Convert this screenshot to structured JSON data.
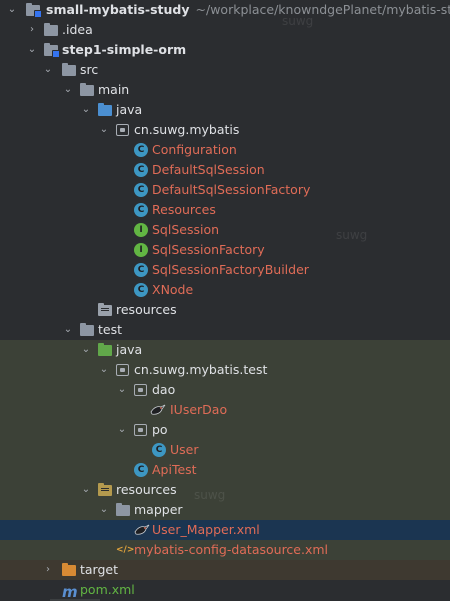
{
  "tree": [
    {
      "label": "small-mybatis-study",
      "path": "~/workplace/knowndgePlanet/mybatis-study",
      "arrow": "down",
      "icon": "folder-module-icon",
      "bold": true
    },
    {
      "label": ".idea",
      "arrow": "right",
      "icon": "folder-icon"
    },
    {
      "label": "step1-simple-orm",
      "arrow": "down",
      "icon": "folder-module-icon",
      "bold": true
    },
    {
      "label": "src",
      "arrow": "down",
      "icon": "folder-icon"
    },
    {
      "label": "main",
      "arrow": "down",
      "icon": "folder-icon"
    },
    {
      "label": "java",
      "arrow": "down",
      "icon": "folder-source-icon"
    },
    {
      "label": "cn.suwg.mybatis",
      "arrow": "down",
      "icon": "package-icon"
    },
    {
      "label": "Configuration",
      "icon": "class-icon",
      "color": "red"
    },
    {
      "label": "DefaultSqlSession",
      "icon": "class-icon",
      "color": "red"
    },
    {
      "label": "DefaultSqlSessionFactory",
      "icon": "class-icon",
      "color": "red"
    },
    {
      "label": "Resources",
      "icon": "class-icon",
      "color": "red"
    },
    {
      "label": "SqlSession",
      "icon": "interface-icon",
      "color": "red"
    },
    {
      "label": "SqlSessionFactory",
      "icon": "interface-icon",
      "color": "red"
    },
    {
      "label": "SqlSessionFactoryBuilder",
      "icon": "class-icon",
      "color": "red"
    },
    {
      "label": "XNode",
      "icon": "class-icon",
      "color": "red"
    },
    {
      "label": "resources",
      "icon": "folder-resources-icon"
    },
    {
      "label": "test",
      "arrow": "down",
      "icon": "folder-icon"
    },
    {
      "label": "java",
      "arrow": "down",
      "icon": "folder-test-icon"
    },
    {
      "label": "cn.suwg.mybatis.test",
      "arrow": "down",
      "icon": "package-icon"
    },
    {
      "label": "dao",
      "arrow": "down",
      "icon": "package-icon"
    },
    {
      "label": "IUserDao",
      "icon": "mybatis-icon",
      "color": "red"
    },
    {
      "label": "po",
      "arrow": "down",
      "icon": "package-icon"
    },
    {
      "label": "User",
      "icon": "class-icon",
      "color": "red"
    },
    {
      "label": "ApiTest",
      "icon": "test-class-icon",
      "color": "red"
    },
    {
      "label": "resources",
      "arrow": "down",
      "icon": "folder-test-resources-icon"
    },
    {
      "label": "mapper",
      "arrow": "down",
      "icon": "folder-icon"
    },
    {
      "label": "User_Mapper.xml",
      "icon": "mybatis-icon",
      "color": "red"
    },
    {
      "label": "mybatis-config-datasource.xml",
      "icon": "xml-icon",
      "color": "red"
    },
    {
      "label": "target",
      "arrow": "right",
      "icon": "folder-excluded-icon"
    },
    {
      "label": "pom.xml",
      "icon": "maven-icon",
      "color": "green"
    }
  ],
  "glyphs": {
    "class": "C",
    "interface": "I",
    "xml": "</>",
    "maven": "m",
    "arrow_down": "⌄",
    "arrow_right": "›"
  },
  "watermark": "suwg",
  "colors": {
    "red": "#e06c57",
    "green": "#62b543",
    "selected": "#1b3551",
    "test": "#3c4137",
    "excluded": "#3e3930"
  }
}
